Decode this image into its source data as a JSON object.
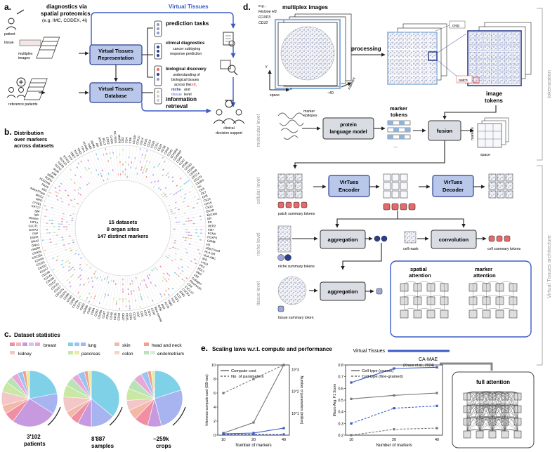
{
  "panel_a": {
    "letter": "a.",
    "heading": "diagnostics via",
    "heading2": "spatial proteomics",
    "heading3": "(e.g. IMC, CODEX, 4i)",
    "patient": "patient",
    "tissue": "tissue",
    "multiplex": "multiplex",
    "images": "images",
    "reference_patients": "reference patients",
    "vt_title": "Virtual Tissues",
    "vt_rep": "Virtual Tissues",
    "vt_rep2": "Representation",
    "vt_db": "Virtual Tissues",
    "vt_db2": "Database",
    "prediction_tasks": "prediction tasks",
    "clin_diag": "clinical diagnostics",
    "clin_diag_sub1": "cancer subtyping",
    "clin_diag_sub2": "response prediction",
    "bio_disc": "biological discovery",
    "bio_sub1": "understanding of",
    "bio_sub2": "biological tissues",
    "bio_sub3": "across the",
    "bio_cell": "cell,",
    "bio_niche": "niche",
    "bio_and": "and",
    "bio_tissue": "tissue",
    "bio_level": "level",
    "info_retrieval": "information",
    "info_retrieval2": "retrieval",
    "clinical_decision": "clinical",
    "clinical_decision2": "decision support"
  },
  "panel_b": {
    "letter": "b.",
    "title1": "Distribution",
    "title2": "over markers",
    "title3": "across datasets",
    "center1": "15 datasets",
    "center2": "8 organ sites",
    "center3": "147 distinct markers",
    "markers": [
      "CD3",
      "CD4",
      "CD8",
      "CD11b",
      "CD11c",
      "CD14",
      "CD15",
      "CD16",
      "CD20",
      "CD31",
      "CD34",
      "CD38",
      "CD44",
      "CD45",
      "CD45RA",
      "CD45RO",
      "CD56",
      "CD57",
      "CD68",
      "CD163",
      "CD206",
      "CD209",
      "CD274",
      "CD279",
      "CD303",
      "CK",
      "CK5",
      "CK7",
      "CK8",
      "CK14",
      "CK19",
      "CK20",
      "ECAD",
      "EpCAM",
      "ER",
      "PR",
      "HER2",
      "Ki67",
      "PCNA",
      "FOXP3",
      "GZMB",
      "H3",
      "H3K27me3",
      "HLA-DR",
      "HLA-ABC",
      "IDO",
      "LAG3",
      "PD1",
      "PDL1",
      "SMA",
      "VIM",
      "Collagen",
      "Fibronectin",
      "CA9",
      "CXCL12",
      "CXCR4",
      "IFNG",
      "IL10",
      "TCF1",
      "TOX",
      "TIM3",
      "ICOS",
      "Arg1",
      "B2M",
      "Beta-catenin",
      "CCR7",
      "CD1c",
      "CD2",
      "CD5",
      "CD7",
      "CD10",
      "CD21",
      "CD25",
      "CD27",
      "CD33",
      "CD36",
      "CD40",
      "CD43",
      "CD47",
      "CD49a",
      "CD52",
      "CD54",
      "CD61",
      "CD66b",
      "CD69",
      "CD71",
      "CD79a",
      "CD86",
      "CD90",
      "CD99",
      "CD103",
      "CD107a",
      "CD117",
      "CD123",
      "CD127",
      "CD138",
      "CD141",
      "CD146",
      "CD147",
      "CD152",
      "CD161",
      "CD169",
      "CD235a",
      "CD326",
      "cPARP",
      "DNA1",
      "DNA2",
      "EGFR",
      "FAP",
      "GATA3",
      "GLUT1",
      "HIF1a",
      "Histone",
      "IgD",
      "IgM",
      "KRT17",
      "LYVE1",
      "MPO",
      "MUC1",
      "NaKATPase",
      "p53",
      "PAX5",
      "PDGFRb",
      "PDPN",
      "pERK",
      "pS6",
      "S100",
      "SOX2",
      "SOX9",
      "SOX10",
      "STAT3",
      "SYP",
      "TBET",
      "TFF3",
      "TP63",
      "TTF1",
      "VCAM1",
      "VWF",
      "aSMA",
      "AR",
      "ATP5A",
      "BCL2",
      "CDX2",
      "CHGA",
      "DC-SIGN",
      "MMP9"
    ]
  },
  "panel_c": {
    "letter": "c.",
    "title": "Dataset statistics",
    "legend": [
      "breast",
      "lung",
      "skin",
      "head and neck",
      "kidney",
      "pancreas",
      "colon",
      "endometrium"
    ],
    "pie1_label1": "3'102",
    "pie1_label2": "patients",
    "pie2_label1": "8'887",
    "pie2_label2": "samples",
    "pie3_label1": "~259k",
    "pie3_label2": "crops"
  },
  "panel_d": {
    "letter": "d.",
    "multiplex_images": "multiplex images",
    "eg": "e.g.,",
    "m1": "Histone H3",
    "m2": "FOXP3",
    "m3": "CD10",
    "space": "space",
    "x": "x",
    "y": "y",
    "markers40": "~40",
    "markers": "markers",
    "crop": "crop",
    "processing": "processing",
    "patch": "patch",
    "image_tokens": "image",
    "image_tokens2": "tokens",
    "tokenization": "tokenization",
    "molecular_level": "molecular level",
    "marker_epitopes": "marker",
    "marker_epitopes2": "epitopes",
    "plm": "protein",
    "plm2": "language model",
    "marker_tokens": "marker",
    "marker_tokens2": "tokens",
    "fusion": "fusion",
    "cellular_level": "cellular level",
    "virtues_encoder": "VirTues",
    "virtues_encoder2": "Encoder",
    "virtues_decoder": "VirTues",
    "virtues_decoder2": "Decoder",
    "patch_summary": "patch summary tokens",
    "niche_level": "niche level",
    "aggregation": "aggregation",
    "niche_summary": "niche summary tokens",
    "cell_mask": "cell mask",
    "convolution": "convolution",
    "cell_summary": "cell summary tokens",
    "tissue_level": "tissue level",
    "aggregation2": "aggregation",
    "tissue_summary": "tissue summary token",
    "spatial_attention": "spatial",
    "spatial_attention2": "attention",
    "marker_attention": "marker",
    "marker_attention2": "attention",
    "architecture": "Virtual Tissues architecture",
    "legend_vt": "Virtual Tissues",
    "legend_camae": "CA-MAE",
    "legend_kraus": "(Kraus et al., 2024)",
    "full_attention": "full attention"
  },
  "panel_e": {
    "letter": "e.",
    "title": "Scaling laws w.r.t. compute and performance"
  },
  "chart_data": [
    {
      "type": "line",
      "title": "",
      "xlabel": "Number of markers",
      "ylabel": "Inference compute cost (GB-sec)",
      "ylabel_right": "Number of parameters (million)",
      "x": [
        10,
        20,
        40
      ],
      "ylim": [
        0,
        10
      ],
      "yticks": [
        "0",
        "2",
        "4",
        "6",
        "8",
        "10"
      ],
      "right_ticks": [
        "10^1",
        "10^2",
        "10^3"
      ],
      "series": [
        {
          "name": "Compute cost",
          "style": "solid",
          "color": "#777777",
          "values": [
            0.3,
            1.8,
            10.0
          ]
        },
        {
          "name": "No. of parameters",
          "style": "dashed",
          "color": "#777777",
          "values": [
            6.0,
            8.0,
            10.0
          ]
        },
        {
          "name": "",
          "style": "solid",
          "color": "#3b5bc4",
          "values": [
            0.2,
            0.3,
            1.0
          ]
        },
        {
          "name": "",
          "style": "dashed",
          "color": "#3b5bc4",
          "values": [
            0.1,
            0.1,
            0.1
          ]
        }
      ]
    },
    {
      "type": "line",
      "title": "",
      "xlabel": "Number of markers",
      "ylabel": "Macro Avg. F1 Score",
      "x": [
        10,
        20,
        40
      ],
      "ylim": [
        0.2,
        0.8
      ],
      "yticks": [
        "0.2",
        "0.3",
        "0.4",
        "0.5",
        "0.6",
        "0.7",
        "0.8"
      ],
      "series": [
        {
          "name": "Cell type (coarse)",
          "style": "solid",
          "color": "#3b5bc4",
          "values": [
            0.65,
            0.77,
            0.78
          ]
        },
        {
          "name": "Cell type (fine-grained)",
          "style": "dashed",
          "color": "#3b5bc4",
          "values": [
            0.3,
            0.43,
            0.45
          ]
        },
        {
          "name": "",
          "style": "solid",
          "color": "#777777",
          "values": [
            0.51,
            0.54,
            0.56
          ]
        },
        {
          "name": "",
          "style": "dashed",
          "color": "#777777",
          "values": [
            0.2,
            0.25,
            0.26
          ]
        }
      ]
    }
  ],
  "colors": {
    "accent": "#3b5bc4",
    "box_blue": "#b8c7ea",
    "red_token": "#e56a6a",
    "grey": "#777777"
  }
}
